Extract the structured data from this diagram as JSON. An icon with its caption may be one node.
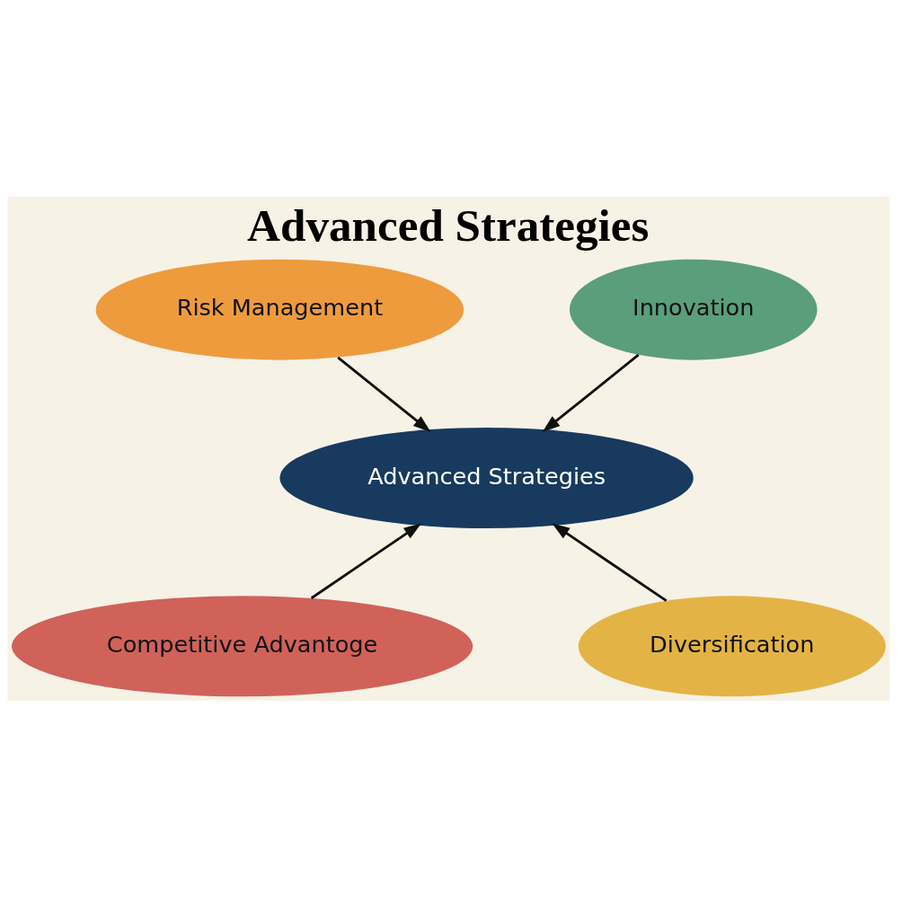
{
  "diagram": {
    "title": "Advanced Strategies",
    "nodes": [
      {
        "text": [
          "Risk Management"
        ]
      },
      {
        "text": [
          "Innovation"
        ]
      },
      {
        "text": [
          "Advanced Strategies"
        ]
      },
      {
        "text": [
          "Competitive Advantoge"
        ]
      },
      {
        "text": [
          "Diversification"
        ]
      }
    ],
    "edges": [
      {
        "from": 0,
        "to": 2,
        "arrow": "to"
      },
      {
        "from": 1,
        "to": 2,
        "arrow": "to"
      },
      {
        "from": 3,
        "to": 2,
        "arrow": "to"
      },
      {
        "from": 4,
        "to": 2,
        "arrow": "to"
      }
    ]
  }
}
